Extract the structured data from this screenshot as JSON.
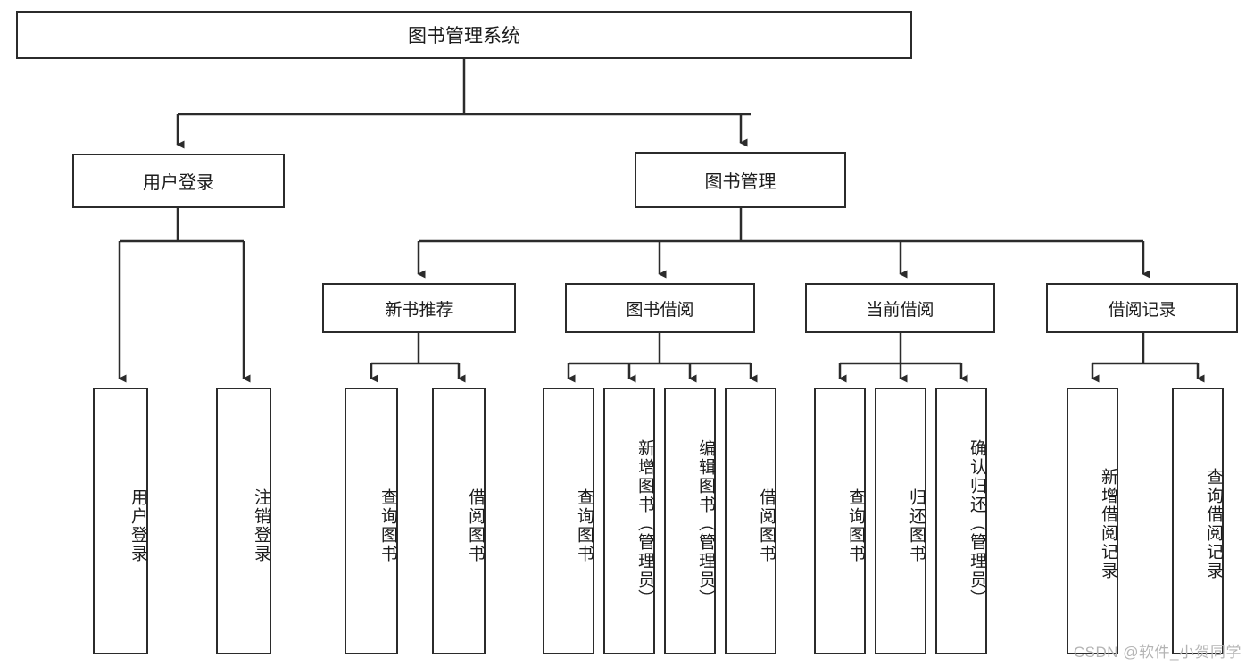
{
  "diagram": {
    "title": "图书管理系统",
    "type": "tree-hierarchy-chart",
    "root": {
      "id": "root",
      "label": "图书管理系统"
    },
    "level2": [
      {
        "id": "user-login",
        "label": "用户登录"
      },
      {
        "id": "book-management",
        "label": "图书管理"
      }
    ],
    "level3": [
      {
        "id": "new-book-recommend",
        "label": "新书推荐"
      },
      {
        "id": "book-borrow",
        "label": "图书借阅"
      },
      {
        "id": "current-borrow",
        "label": "当前借阅"
      },
      {
        "id": "borrow-record",
        "label": "借阅记录"
      }
    ],
    "leaves": {
      "user_login": [
        {
          "id": "leaf-user-login",
          "label": "用户登录"
        },
        {
          "id": "leaf-logout-login",
          "label": "注销登录"
        }
      ],
      "new_book_recommend": [
        {
          "id": "leaf-query-book-1",
          "label": "查询图书"
        },
        {
          "id": "leaf-borrow-book-1",
          "label": "借阅图书"
        }
      ],
      "book_borrow": [
        {
          "id": "leaf-query-book-2",
          "label": "查询图书"
        },
        {
          "id": "leaf-add-book",
          "label": "新增图书（管理员）"
        },
        {
          "id": "leaf-edit-book",
          "label": "编辑图书（管理员）"
        },
        {
          "id": "leaf-borrow-book-2",
          "label": "借阅图书"
        }
      ],
      "current_borrow": [
        {
          "id": "leaf-query-book-3",
          "label": "查询图书"
        },
        {
          "id": "leaf-return-book",
          "label": "归还图书"
        },
        {
          "id": "leaf-confirm-return",
          "label": "确认归还（管理员）"
        }
      ],
      "borrow_record": [
        {
          "id": "leaf-add-record",
          "label": "新增借阅记录"
        },
        {
          "id": "leaf-query-record",
          "label": "查询借阅记录"
        }
      ]
    },
    "watermark": "CSDN @软件_小贺同学",
    "colors": {
      "stroke": "#2b2b2b",
      "fill": "#ffffff",
      "text": "#1c1c1c",
      "watermark": "#b4b4b4"
    }
  }
}
